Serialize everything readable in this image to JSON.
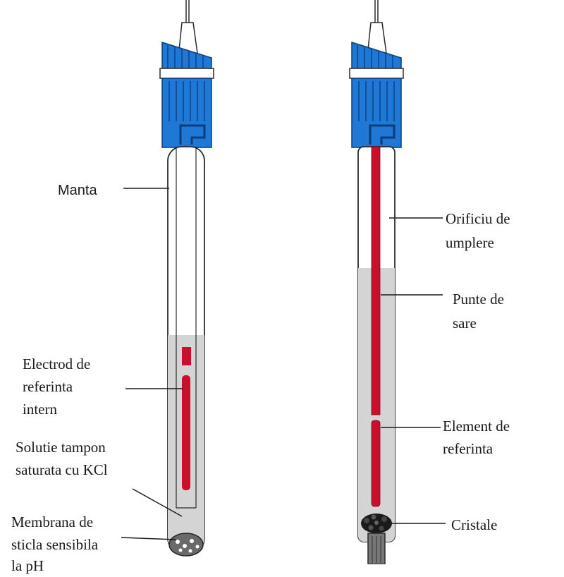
{
  "colors": {
    "cap_blue": "#1f77d6",
    "cap_stripe": "#0e4f9e",
    "cap_dark": "#0a3d7a",
    "tube_outline": "#2b2b2b",
    "solution_gray": "#d4d4d4",
    "red_wire": "#c8102e",
    "leader_line": "#1a1a1a"
  },
  "left_electrode": {
    "labels": {
      "manta": "Manta",
      "electrod": [
        "Electrod de",
        "referinta",
        "intern"
      ],
      "solutie": [
        "Solutie tampon",
        "saturata cu KCl"
      ],
      "membrana": [
        "Membrana de",
        "sticla sensibila",
        "la pH"
      ]
    }
  },
  "right_electrode": {
    "labels": {
      "orificiu": [
        "Orificiu de",
        "umplere"
      ],
      "punte": [
        "Punte de",
        "sare"
      ],
      "element": [
        "Element de",
        "referinta"
      ],
      "cristale": "Cristale"
    }
  }
}
